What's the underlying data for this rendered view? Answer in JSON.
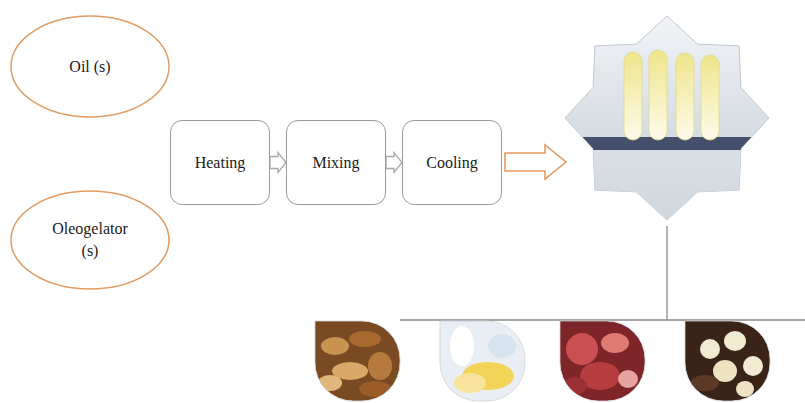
{
  "diagram": {
    "nodes": [
      {
        "text": [
          "Oil (s)"
        ]
      },
      {
        "text": [
          "Oleogelator (s)"
        ]
      },
      {
        "text": [
          "Heating"
        ]
      },
      {
        "text": [
          "Mixing"
        ]
      },
      {
        "text": [
          "Cooling"
        ]
      }
    ],
    "edges": [
      {
        "from": 2,
        "to": 3,
        "arrow": "to"
      },
      {
        "from": 3,
        "to": 4,
        "arrow": "to"
      }
    ]
  }
}
